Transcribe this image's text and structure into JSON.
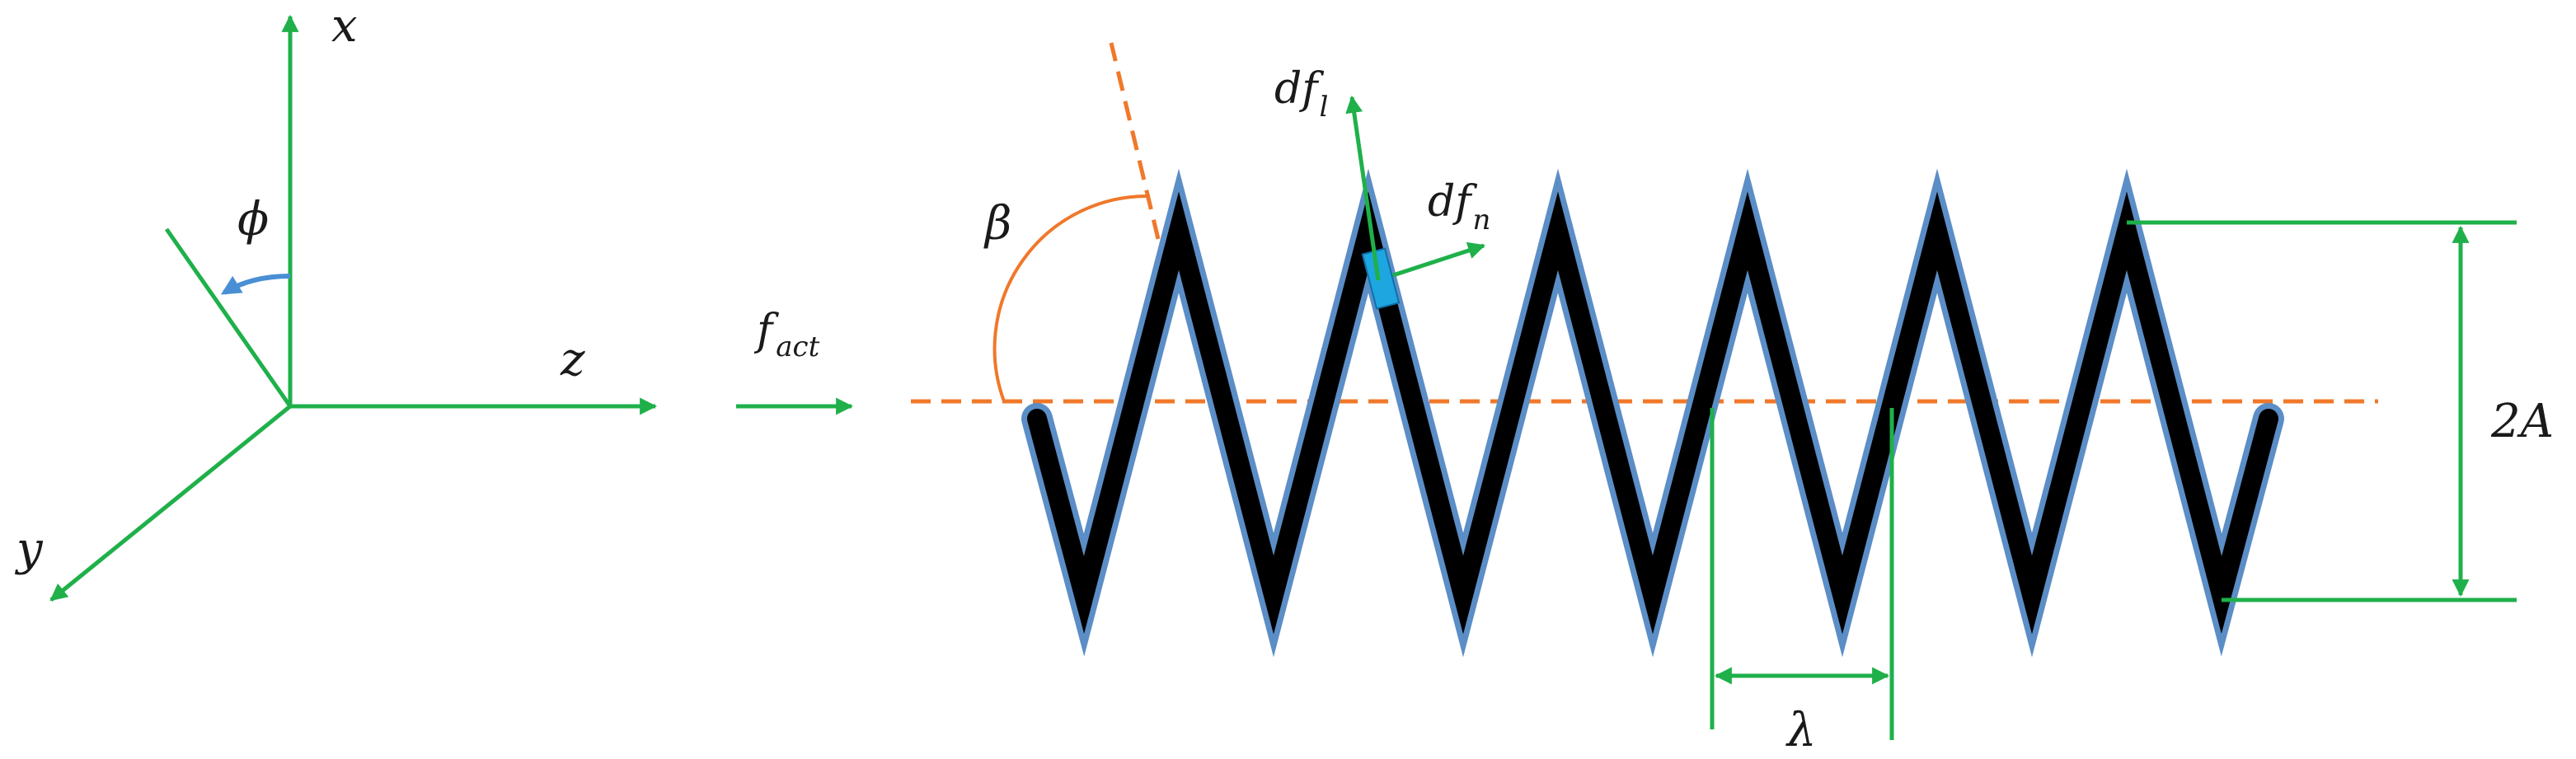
{
  "labels": {
    "axis_x": "x",
    "axis_y": "y",
    "axis_z": "z",
    "angle_phi": "ϕ",
    "angle_beta": "β",
    "force_act": "f",
    "force_act_sub": "act",
    "force_l": "df",
    "force_l_sub": "l",
    "force_n": "df",
    "force_n_sub": "n",
    "wavelength": "λ",
    "amplitude": "2A"
  },
  "colors": {
    "vector_green": "#1fb04a",
    "dashed_orange": "#f0782a",
    "rod_black": "#000000",
    "rod_outline_blue": "#5b8ec6",
    "segment_blue": "#1ea6e0",
    "phi_arrow_blue": "#4a8fd4"
  }
}
